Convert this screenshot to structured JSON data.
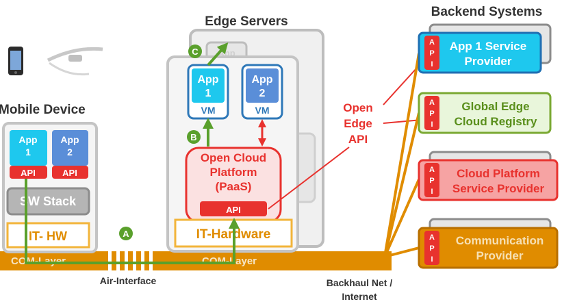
{
  "headings": {
    "edge_servers": "Edge Servers",
    "backend_systems": "Backend Systems",
    "mobile_device": "Mobile Device"
  },
  "mobile": {
    "app1_line1": "App",
    "app1_line2": "1",
    "app2_line1": "App",
    "app2_line2": "2",
    "api": "API",
    "sw_stack": "SW Stack",
    "it_hw": "IT- HW",
    "com_layer": "COM-Layer"
  },
  "edge": {
    "app1_line1": "App",
    "app1_line2": "1",
    "app2_line1": "App",
    "app2_line2": "2",
    "vm": "VM",
    "back_app": "App",
    "platform_line1": "Open Cloud",
    "platform_line2": "Platform",
    "platform_line3": "(PaaS)",
    "api": "API",
    "it_hardware": "IT-Hardware",
    "com_layer": "COM-Layer"
  },
  "open_edge_api": {
    "line1": "Open",
    "line2": "Edge",
    "line3": "API"
  },
  "markers": {
    "a": "A",
    "b": "B",
    "c": "C"
  },
  "network": {
    "air_interface": "Air-Interface",
    "backhaul_line1": "Backhaul Net /",
    "backhaul_line2": "Internet"
  },
  "backend": {
    "api_letters": [
      "A",
      "P",
      "I"
    ],
    "app1_line1": "App 1 Service",
    "app1_line2": "Provider",
    "registry_line1": "Global Edge",
    "registry_line2": "Cloud Registry",
    "cloud_line1": "Cloud Platform",
    "cloud_line2": "Service Provider",
    "comm_line1": "Communication",
    "comm_line2": "Provider"
  },
  "colors": {
    "orange": "#e08c00",
    "green": "#5aa02c",
    "red": "#e8322e",
    "cyan": "#1ec8ee",
    "blue": "#5a8ed8",
    "grey": "#8c8c8c"
  }
}
